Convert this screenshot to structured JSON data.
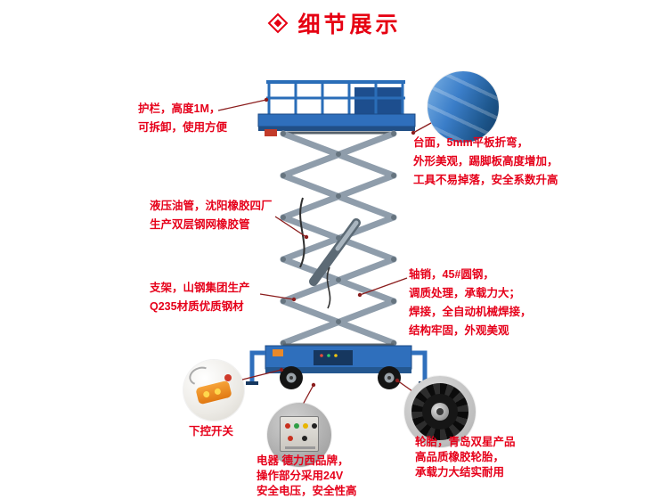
{
  "header": {
    "title": "细节展示"
  },
  "callouts": {
    "guardrail": {
      "lines": [
        "护栏，高度1M，",
        "可拆卸，使用方便"
      ]
    },
    "platform": {
      "lines": [
        "台面，5mm平板折弯，",
        "外形美观，踢脚板高度增加，",
        "工具不易掉落，安全系数升高"
      ]
    },
    "hydraulic": {
      "lines": [
        "液压油管，沈阳橡胶四厂",
        "生产双层钢网橡胶管"
      ]
    },
    "frame": {
      "lines": [
        "支架，山钢集团生产",
        "Q235材质优质钢材"
      ]
    },
    "pin": {
      "lines": [
        "轴销，45#圆钢，",
        "调质处理，承载力大；",
        "焊接，全自动机械焊接，",
        "结构牢固，外观美观"
      ]
    },
    "lower_control": {
      "lines": [
        "下控开关"
      ]
    },
    "electric": {
      "lines": [
        "电器 德力西品牌，",
        "操作部分采用24V",
        "安全电压，安全性高"
      ]
    },
    "tire": {
      "lines": [
        "轮胎，青岛双星产品",
        "高品质橡胶轮胎，",
        "承载力大结实耐用"
      ]
    }
  },
  "detail_photos": {
    "platform": "platform-closeup-photo",
    "remote": "remote-control-photo",
    "panel": "electric-control-panel-photo",
    "tire": "tire-photo"
  },
  "icons": {
    "title_icon": "double-diamond-icon"
  },
  "colors": {
    "accent_red": "#e60012",
    "connector_line": "#8b1d1d",
    "machine_blue": "#2f6fbc",
    "machine_gray": "#8f9dab"
  }
}
